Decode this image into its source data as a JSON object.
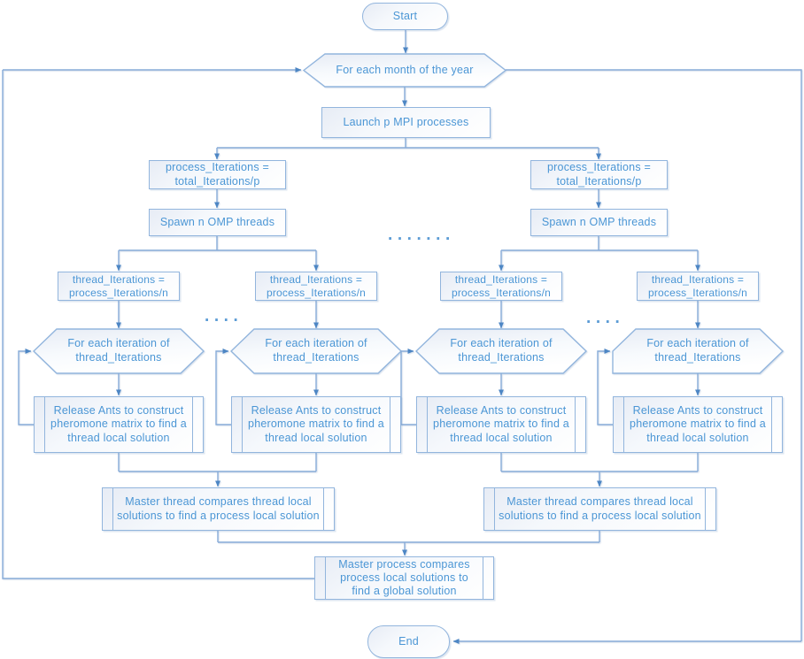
{
  "flowchart": {
    "start_label": "Start",
    "month_loop_label": "For each month of the year",
    "launch_label": "Launch p MPI processes",
    "process_iterations_label": "process_Iterations = total_Iterations/p",
    "spawn_label": "Spawn n OMP threads",
    "thread_iterations_label": "thread_Iterations = process_Iterations/n",
    "iteration_loop_label": "For each iteration of thread_Iterations",
    "release_ants_label": "Release Ants to construct pheromone matrix to find a thread local solution",
    "master_thread_label": "Master thread compares thread local solutions to find a process local solution",
    "master_process_label": "Master process compares process local solutions to find a global solution",
    "end_label": "End",
    "process_branch_ellipsis": "·······",
    "thread_branch_ellipsis": "····",
    "colors": {
      "line": "#87abd8",
      "arrowhead": "#4d86c4",
      "shape_border": "#92b5dd",
      "shape_fill_top": "#e7ecf5",
      "shape_fill_bottom": "#ffffff",
      "text": "#4b96d5",
      "dots": "#5b9bd5"
    }
  }
}
